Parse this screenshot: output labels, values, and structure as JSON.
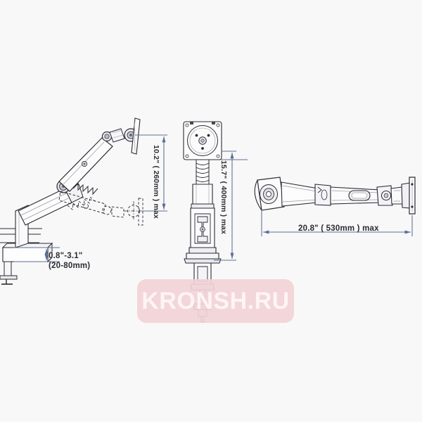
{
  "image": {
    "type": "technical-line-drawing",
    "subject": "Gas spring monitor arm desk mount",
    "background_color": "#f8f8f8",
    "line_color": "#2b2b33",
    "dimension_line_color": "#5a6f96"
  },
  "dimensions": {
    "clamp": {
      "name": "desk-clamp-thickness",
      "imperial": "0.8\"-3.1\"",
      "metric": "(20-80mm)"
    },
    "vertical_travel": {
      "name": "arm-vertical-travel",
      "text": "10.2\" ( 260mm ) max"
    },
    "column_height": {
      "name": "column-height",
      "text": "15.7\" ( 400mm ) max"
    },
    "horizontal_reach": {
      "name": "arm-horizontal-reach",
      "text": "20.8\" ( 530mm ) max"
    }
  },
  "watermark": {
    "text": "KRONSH.RU",
    "background_color": "#f2d2d6",
    "text_color": "#fdf4f5"
  }
}
